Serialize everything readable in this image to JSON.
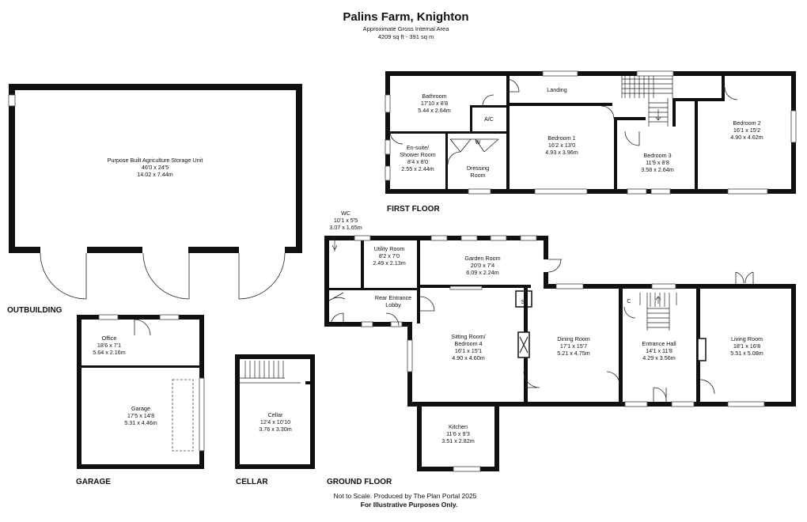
{
  "header": {
    "title": "Palins Farm, Knighton",
    "area_label": "Approximate Gross Internal Area",
    "area_value": "4209 sq ft - 391 sq m"
  },
  "sections": {
    "outbuilding": "OUTBUILDING",
    "garage": "GARAGE",
    "cellar": "CELLAR",
    "ground_floor": "GROUND FLOOR",
    "first_floor": "FIRST FLOOR"
  },
  "rooms": {
    "storage": {
      "name": "Purpose Built Agriculture Storage Unit",
      "imperial": "46'0 x 24'5",
      "metric": "14.02 x 7.44m"
    },
    "office": {
      "name": "Office",
      "imperial": "18'6 x 7'1",
      "metric": "5.64 x 2.16m"
    },
    "garage": {
      "name": "Garage",
      "imperial": "17'5 x 14'8",
      "metric": "5.31 x 4.46m"
    },
    "cellar": {
      "name": "Cellar",
      "imperial": "12'4 x 10'10",
      "metric": "3.76 x 3.30m"
    },
    "wc": {
      "name": "WC",
      "imperial": "10'1 x 5'5",
      "metric": "3.07 x 1.65m"
    },
    "utility": {
      "name": "Utility Room",
      "imperial": "8'2 x 7'0",
      "metric": "2.49 x 2.13m"
    },
    "garden": {
      "name": "Garden Room",
      "imperial": "20'0 x 7'4",
      "metric": "6.09 x 2.24m"
    },
    "lobby": {
      "line1": "Rear Entrance",
      "line2": "Lobby"
    },
    "store": {
      "name": "St"
    },
    "sitting": {
      "line1": "Sitting Room/",
      "line2": "Bedroom 4",
      "imperial": "16'1 x 15'1",
      "metric": "4.90 x 4.60m"
    },
    "dining": {
      "name": "Dining Room",
      "imperial": "17'1 x 15'7",
      "metric": "5.21 x 4.75m"
    },
    "entrance": {
      "name": "Entrance Hall",
      "imperial": "14'1 x 11'8",
      "metric": "4.29 x 3.56m"
    },
    "cupboard": {
      "name": "C"
    },
    "living": {
      "name": "Living Room",
      "imperial": "18'1 x 16'8",
      "metric": "5.51 x 5.08m"
    },
    "kitchen": {
      "name": "Kitchen",
      "imperial": "11'6 x 9'3",
      "metric": "3.51 x 2.82m"
    },
    "bathroom": {
      "name": "Bathroom",
      "imperial": "17'10 x 8'8",
      "metric": "5.44 x 2.64m"
    },
    "ac": {
      "name": "A/C"
    },
    "ensuite": {
      "line1": "En-suite/",
      "line2": "Shower Room",
      "imperial": "8'4 x 8'0",
      "metric": "2.55 x 2.44m"
    },
    "wardrobe": {
      "name": "W"
    },
    "dressing": {
      "line1": "Dressing",
      "line2": "Room"
    },
    "landing": {
      "name": "Landing"
    },
    "bedroom1": {
      "name": "Bedroom 1",
      "imperial": "16'2 x 13'0",
      "metric": "4.93 x 3.96m"
    },
    "bedroom3": {
      "name": "Bedroom 3",
      "imperial": "11'9 x 8'8",
      "metric": "3.58 x 2.64m"
    },
    "bedroom2": {
      "name": "Bedroom 2",
      "imperial": "16'1 x 15'2",
      "metric": "4.90 x 4.62m"
    }
  },
  "footer": {
    "line1": "Not to Scale. Produced by The Plan Portal 2025",
    "line2": "For Illustrative Purposes Only."
  }
}
